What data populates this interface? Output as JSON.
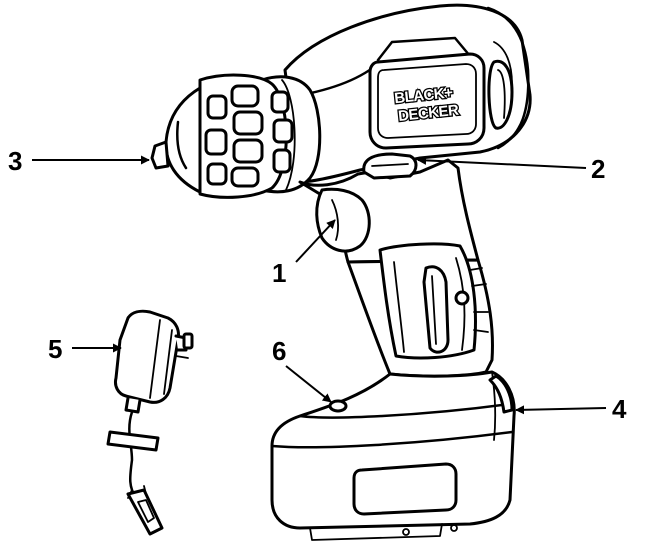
{
  "callouts": [
    {
      "id": "1",
      "label": "1"
    },
    {
      "id": "2",
      "label": "2"
    },
    {
      "id": "3",
      "label": "3"
    },
    {
      "id": "4",
      "label": "4"
    },
    {
      "id": "5",
      "label": "5"
    },
    {
      "id": "6",
      "label": "6"
    }
  ],
  "logo": {
    "line1": "BLACK+",
    "line2": "DECKER"
  },
  "colors": {
    "line": "#000000",
    "fill": "#ffffff"
  }
}
